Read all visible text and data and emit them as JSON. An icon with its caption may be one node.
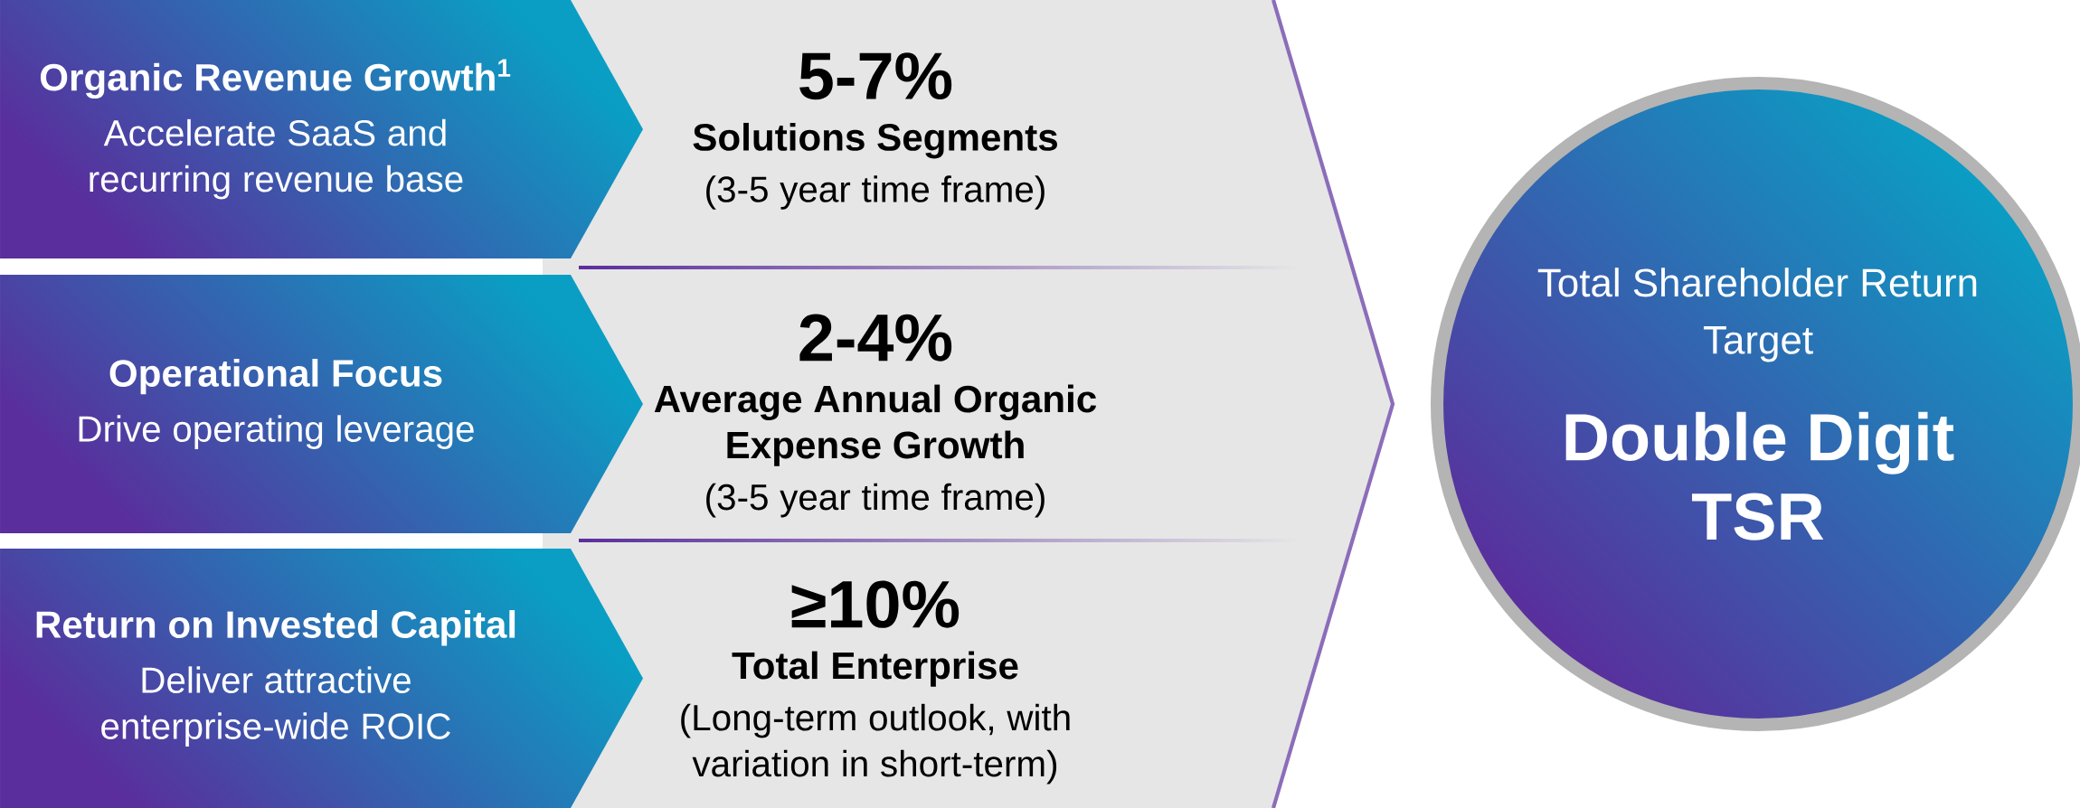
{
  "diagram": {
    "nodes": [
      {
        "text": [
          "Organic Revenue Growth$^{1}$",
          "Accelerate SaaS and recurring revenue base"
        ]
      },
      {
        "text": [
          "5-7%",
          "Solutions Segments",
          "(3-5 year time frame)"
        ]
      },
      {
        "text": [
          "Operational Focus",
          "Drive operating leverage"
        ]
      },
      {
        "text": [
          "2-4%",
          "Average Annual Organic Expense Growth",
          "(3-5 year time frame)"
        ]
      },
      {
        "text": [
          "Return on Invested Capital",
          "Deliver attractive enterprise-wide ROIC"
        ]
      },
      {
        "text": [
          "≥10%",
          "Total Enterprise",
          "(Long-term outlook, with variation in short-term)"
        ]
      },
      {
        "text": [
          "Total Shareholder Return Target",
          "Double Digit TSR"
        ]
      }
    ]
  }
}
